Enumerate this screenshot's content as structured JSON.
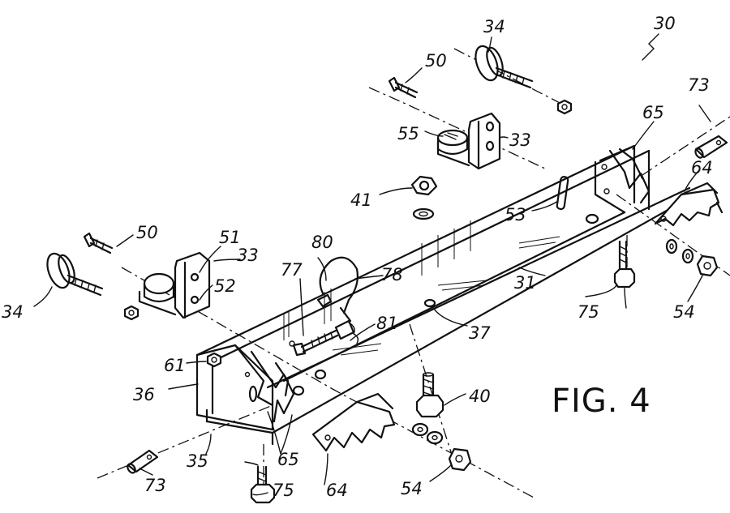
{
  "figure": {
    "title": "FIG. 4",
    "callouts": {
      "assembly": "30",
      "channel": "31",
      "bracket_right": "33",
      "bracket_left": "33",
      "knob_right": "34",
      "knob_left": "34",
      "front_lip": "35",
      "end_wall": "36",
      "hole": "37",
      "bolt_center": "40",
      "nut_center": "41",
      "screw_right": "50",
      "screw_left": "50",
      "bracket_hole_upper": "51",
      "bracket_hole_lower": "52",
      "slot": "53",
      "nut_right": "54",
      "nut_bottom": "54",
      "adjuster": "55",
      "pin_hole": "61",
      "clip_right": "64",
      "clip_bottom": "64",
      "tabs_right": "65",
      "tabs_left": "65",
      "pin_right": "73",
      "pin_left": "73",
      "bolt_right": "75",
      "bolt_bottom": "75",
      "rod": "77",
      "ring_arm": "78",
      "ring": "80",
      "spring": "81"
    }
  }
}
